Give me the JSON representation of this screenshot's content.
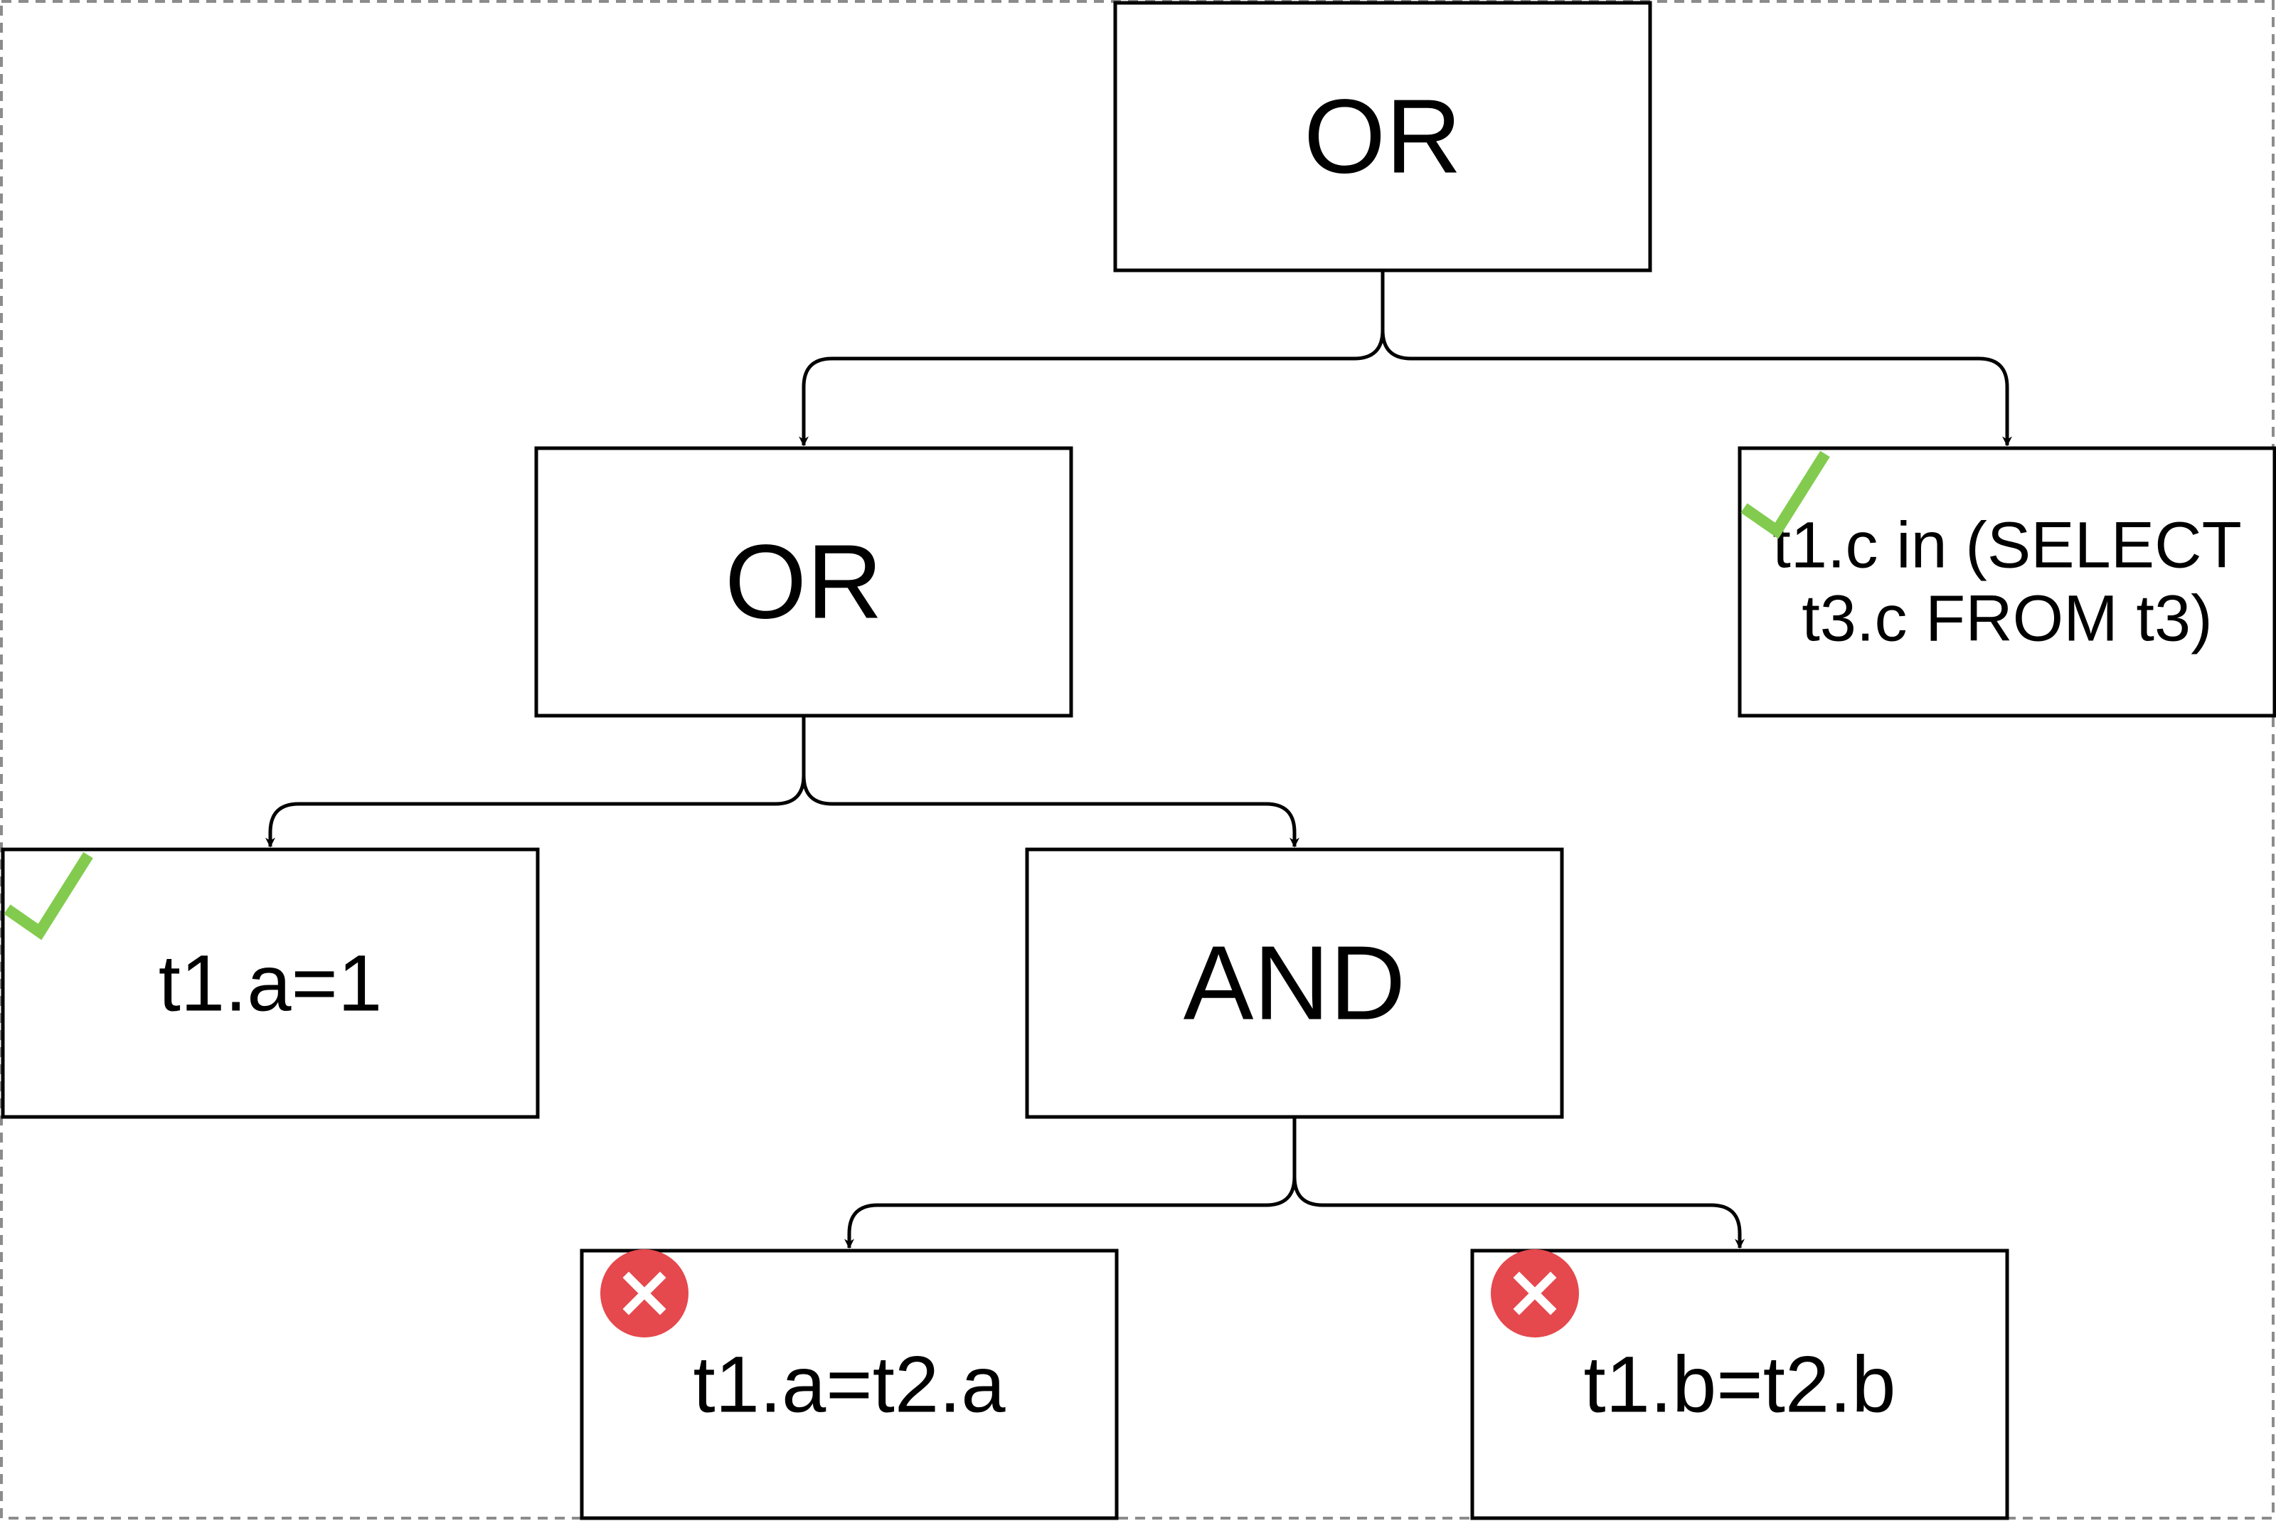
{
  "diagram": {
    "type": "expression-tree",
    "nodes": [
      {
        "id": "root_or",
        "lines": [
          "OR"
        ],
        "status": null
      },
      {
        "id": "inner_or",
        "lines": [
          "OR"
        ],
        "status": null
      },
      {
        "id": "subquery",
        "lines": [
          "t1.c in (SELECT",
          "t3.c FROM t3)"
        ],
        "status": "check"
      },
      {
        "id": "cond_a1",
        "lines": [
          "t1.a=1"
        ],
        "status": "check"
      },
      {
        "id": "and_node",
        "lines": [
          "AND"
        ],
        "status": null
      },
      {
        "id": "cond_a_eq",
        "lines": [
          "t1.a=t2.a"
        ],
        "status": "cross"
      },
      {
        "id": "cond_b_eq",
        "lines": [
          "t1.b=t2.b"
        ],
        "status": "cross"
      }
    ],
    "edges": [
      {
        "from": "root_or",
        "to": "inner_or"
      },
      {
        "from": "root_or",
        "to": "subquery"
      },
      {
        "from": "inner_or",
        "to": "cond_a1"
      },
      {
        "from": "inner_or",
        "to": "and_node"
      },
      {
        "from": "and_node",
        "to": "cond_a_eq"
      },
      {
        "from": "and_node",
        "to": "cond_b_eq"
      }
    ],
    "colors": {
      "check": "#82CB4E",
      "cross": "#E5484D",
      "box_stroke": "#000000",
      "frame_stroke": "#8c8c8c"
    },
    "icons": {
      "check": "checkmark-icon",
      "cross": "cross-circle-icon"
    }
  }
}
